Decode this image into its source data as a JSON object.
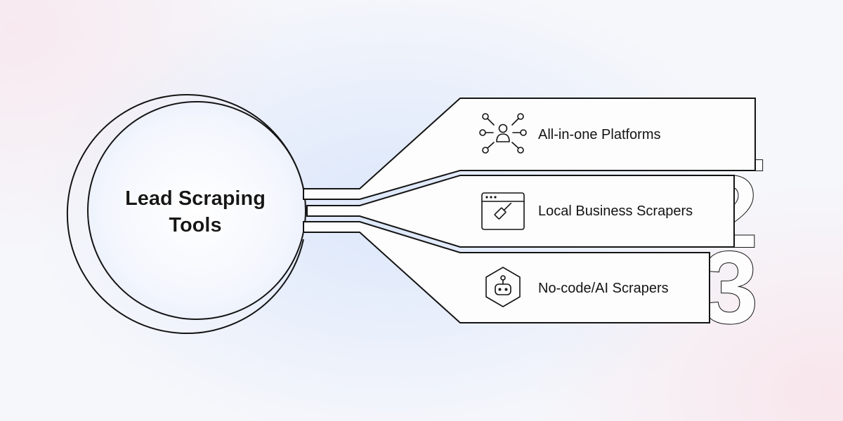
{
  "title": {
    "line1": "Lead Scraping",
    "line2": "Tools"
  },
  "items": [
    {
      "number": "1",
      "label": "All-in-one Platforms",
      "icon": "network-user-icon"
    },
    {
      "number": "2",
      "label": "Local Business Scrapers",
      "icon": "browser-window-icon"
    },
    {
      "number": "3",
      "label": "No-code/AI Scrapers",
      "icon": "robot-hexagon-icon"
    }
  ],
  "colors": {
    "stroke": "#141414",
    "panel": "#fdfdfd",
    "glow": "#dce7fb"
  }
}
